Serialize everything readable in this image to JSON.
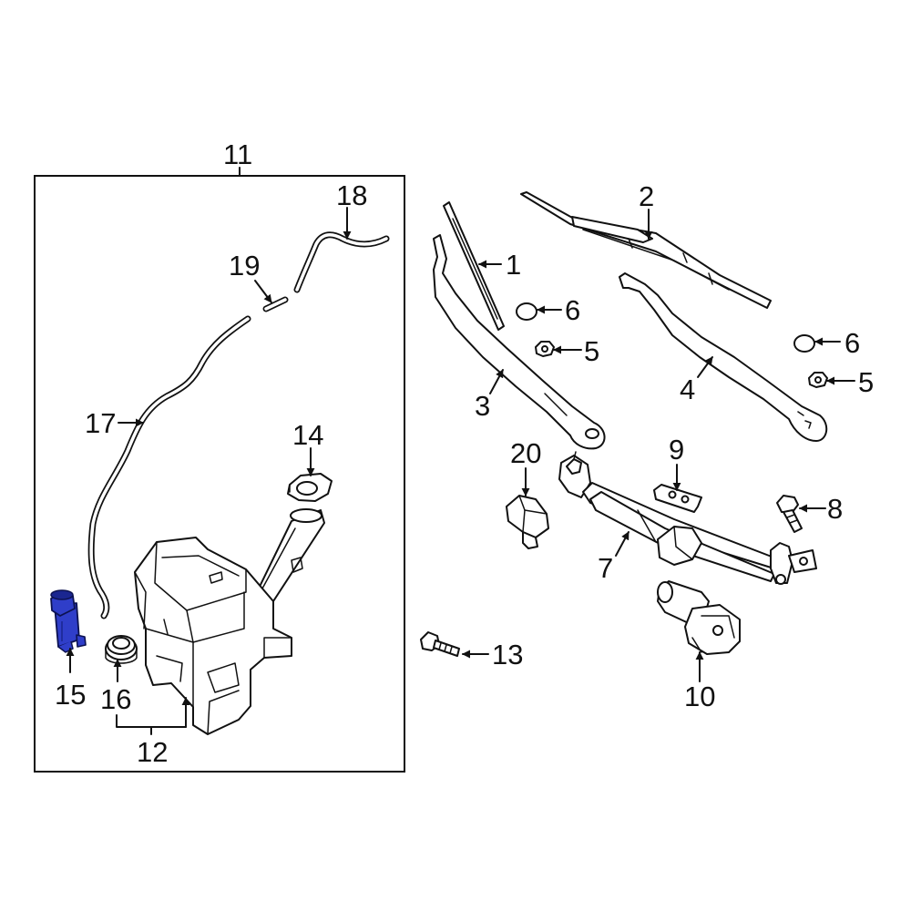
{
  "diagram": {
    "callouts": [
      {
        "id": "c1",
        "label": "1"
      },
      {
        "id": "c2",
        "label": "2"
      },
      {
        "id": "c3",
        "label": "3"
      },
      {
        "id": "c4",
        "label": "4"
      },
      {
        "id": "c5a",
        "label": "5"
      },
      {
        "id": "c5b",
        "label": "5"
      },
      {
        "id": "c6a",
        "label": "6"
      },
      {
        "id": "c6b",
        "label": "6"
      },
      {
        "id": "c7",
        "label": "7"
      },
      {
        "id": "c8",
        "label": "8"
      },
      {
        "id": "c9",
        "label": "9"
      },
      {
        "id": "c10",
        "label": "10"
      },
      {
        "id": "c11",
        "label": "11"
      },
      {
        "id": "c12",
        "label": "12"
      },
      {
        "id": "c13",
        "label": "13"
      },
      {
        "id": "c14",
        "label": "14"
      },
      {
        "id": "c15",
        "label": "15"
      },
      {
        "id": "c16",
        "label": "16"
      },
      {
        "id": "c17",
        "label": "17"
      },
      {
        "id": "c18",
        "label": "18"
      },
      {
        "id": "c19",
        "label": "19"
      },
      {
        "id": "c20",
        "label": "20"
      }
    ],
    "highlight_part": "15",
    "colors": {
      "highlight": "#2f3ec9",
      "highlight_dark": "#1a2690",
      "line": "#111111",
      "background": "#ffffff"
    }
  }
}
